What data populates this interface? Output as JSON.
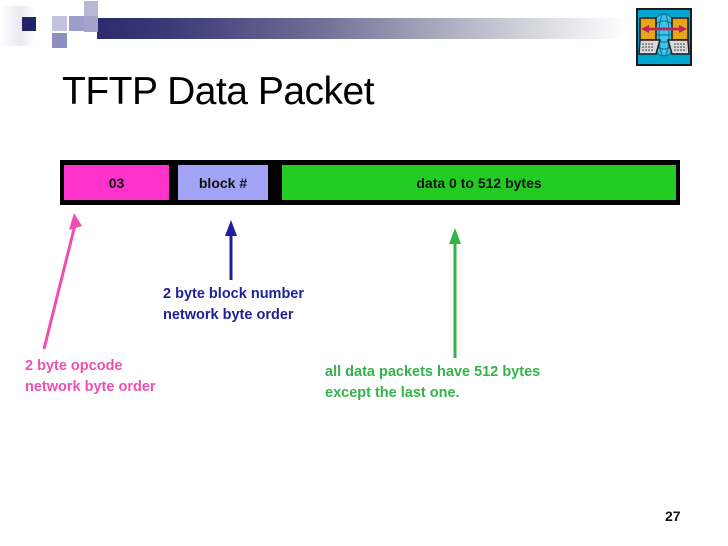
{
  "slide": {
    "title": "TFTP Data Packet",
    "page_number": "27"
  },
  "header": {
    "icon_name": "network-globe-icon",
    "bar_gradient_start": "#2b2b6e",
    "bar_gradient_end": "#ffffff"
  },
  "packet": {
    "fields": [
      {
        "label": "03",
        "color": "#ff33cc",
        "name": "opcode-field"
      },
      {
        "label": "block #",
        "color": "#a3a3f5",
        "name": "block-number-field"
      },
      {
        "label": "data  0 to 512 bytes",
        "color": "#22cc22",
        "name": "data-field"
      }
    ]
  },
  "annotations": [
    {
      "name": "block-number-annotation",
      "text": "2 byte block number\nnetwork byte order",
      "color": "#1f1f9c"
    },
    {
      "name": "opcode-annotation",
      "text": "2 byte opcode\nnetwork byte order",
      "color": "#ef4fb0"
    },
    {
      "name": "data-annotation",
      "text": "all data packets have 512 bytes\nexcept the last one.",
      "color": "#34b34a"
    }
  ],
  "arrows": [
    {
      "name": "opcode-arrow",
      "color": "#ef4fb0"
    },
    {
      "name": "block-number-arrow",
      "color": "#1f1f9c"
    },
    {
      "name": "data-arrow",
      "color": "#34b34a"
    }
  ]
}
